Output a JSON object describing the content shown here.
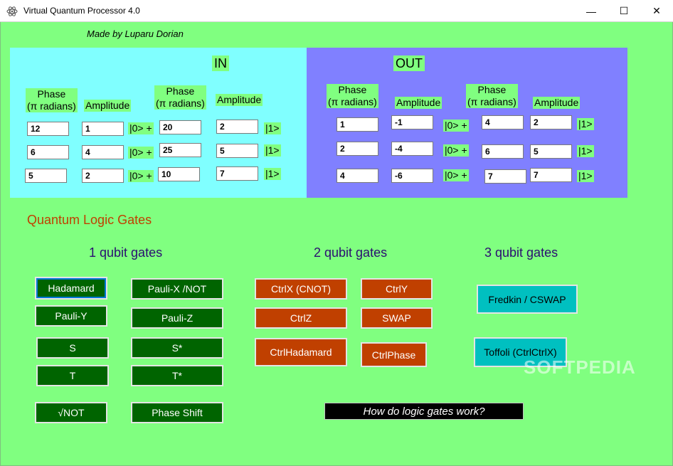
{
  "window": {
    "title": "Virtual Quantum Processor 4.0",
    "minimize": "—",
    "maximize": "☐",
    "close": "✕"
  },
  "credit": "Made by Luparu Dorian",
  "in_panel": {
    "heading": "IN",
    "col_phase_0": "Phase\n(π radians)",
    "col_amp_0": "Amplitude",
    "col_phase_1": "Phase\n(π radians)",
    "col_amp_1": "Amplitude",
    "ket0": "|0> +",
    "ket1": "|1>",
    "rows": [
      {
        "p0": "12",
        "a0": "1",
        "p1": "20",
        "a1": "2"
      },
      {
        "p0": "6",
        "a0": "4",
        "p1": "25",
        "a1": "5"
      },
      {
        "p0": "5",
        "a0": "2",
        "p1": "10",
        "a1": "7"
      }
    ]
  },
  "out_panel": {
    "heading": "OUT",
    "col_phase_0": "Phase\n(π radians)",
    "col_amp_0": "Amplitude",
    "col_phase_1": "Phase\n(π radians)",
    "col_amp_1": "Amplitude",
    "ket0": "|0> +",
    "ket1": "|1>",
    "rows": [
      {
        "p0": "1",
        "a0": "-1",
        "p1": "4",
        "a1": "2"
      },
      {
        "p0": "2",
        "a0": "-4",
        "p1": "6",
        "a1": "5"
      },
      {
        "p0": "4",
        "a0": "-6",
        "p1": "7",
        "a1": "7"
      }
    ]
  },
  "gates": {
    "section_title": "Quantum Logic Gates",
    "one_qubit_title": "1 qubit gates",
    "two_qubit_title": "2 qubit gates",
    "three_qubit_title": "3 qubit gates",
    "one_qubit": {
      "hadamard": "Hadamard",
      "pauli_x": "Pauli-X /NOT",
      "pauli_y": "Pauli-Y",
      "pauli_z": "Pauli-Z",
      "s": "S",
      "s_star": "S*",
      "t": "T",
      "t_star": "T*",
      "sqrt_not": "√NOT",
      "phase_shift": "Phase Shift"
    },
    "two_qubit": {
      "ctrlx": "CtrlX (CNOT)",
      "ctrly": "CtrlY",
      "ctrlz": "CtrlZ",
      "swap": "SWAP",
      "ctrlhadamard": "CtrlHadamard",
      "ctrlphase": "CtrlPhase"
    },
    "three_qubit": {
      "fredkin": "Fredkin / CSWAP",
      "toffoli": "Toffoli (CtrlCtrlX)"
    }
  },
  "help_button": "How do logic gates work?",
  "watermark": "SOFTPEDIA",
  "colors": {
    "background": "#80ff80",
    "in_panel": "#80ffff",
    "out_panel": "#8080ff",
    "one_qubit_gate": "#006400",
    "two_qubit_gate": "#c04000",
    "three_qubit_gate": "#00c0c0",
    "section_title": "#c04000",
    "group_title": "#2a0e70"
  }
}
